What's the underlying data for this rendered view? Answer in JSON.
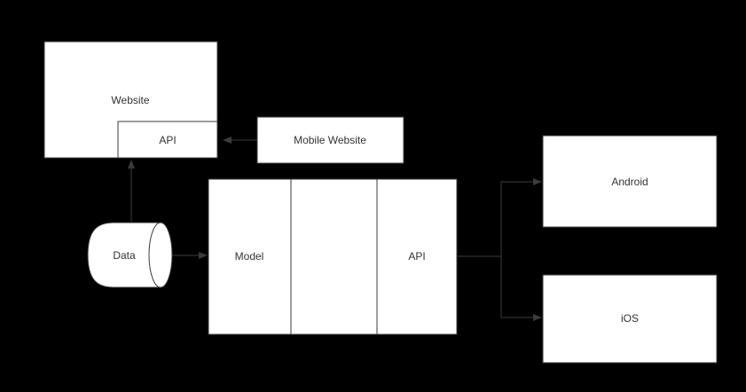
{
  "diagram": {
    "type": "architecture-flow",
    "colors": {
      "background": "#000000",
      "node_fill": "#ffffff",
      "node_border": "#3b3b3b",
      "connector": "#3b3b3b",
      "text": "#333333"
    },
    "nodes": {
      "website": {
        "label": "Website"
      },
      "website_api": {
        "label": "API"
      },
      "mobile_website": {
        "label": "Mobile Website"
      },
      "data_store": {
        "label": "Data"
      },
      "model": {
        "label": "Model"
      },
      "backend_api": {
        "label": "API"
      },
      "android": {
        "label": "Android"
      },
      "ios": {
        "label": "iOS"
      }
    },
    "edges": [
      {
        "from": "mobile_website",
        "to": "website_api"
      },
      {
        "from": "data_store",
        "to": "website_api"
      },
      {
        "from": "data_store",
        "to": "model"
      },
      {
        "from": "backend_api",
        "to": "android"
      },
      {
        "from": "backend_api",
        "to": "ios"
      }
    ]
  }
}
